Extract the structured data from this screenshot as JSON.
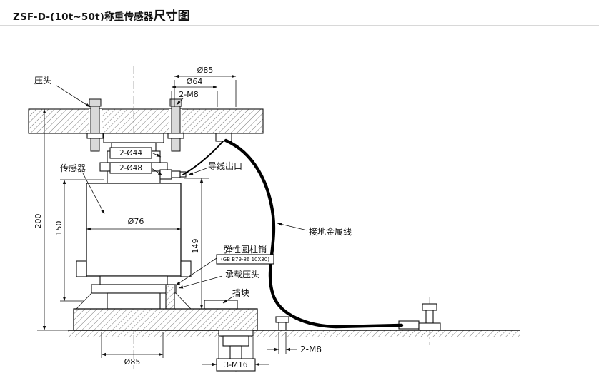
{
  "header": {
    "title_model": "ZSF-D-(10t~50t)称重传感器",
    "title_suffix": "尺寸图"
  },
  "diagram": {
    "labels": {
      "pressure_head": "压头",
      "sensor": "传感器",
      "wire_outlet": "导线出口",
      "ground_wire": "接地金属线",
      "elastic_pin": "弹性圆柱销",
      "elastic_pin_std": "(GB B79-86 10X30)",
      "bearing_head": "承载压头",
      "stop_block": "挡块"
    },
    "dims": {
      "top_outer_dia": "Ø85",
      "top_inner_dia": "Ø64",
      "top_bolts": "2-M8",
      "contact_dia_44": "2-Ø44",
      "contact_dia_48": "2-Ø48",
      "body_dia": "Ø76",
      "total_height": "200",
      "body_height": "150",
      "right_height": "149",
      "base_dia": "Ø85",
      "anchor_bolts": "3-M16",
      "ground_bolts": "2-M8"
    }
  }
}
